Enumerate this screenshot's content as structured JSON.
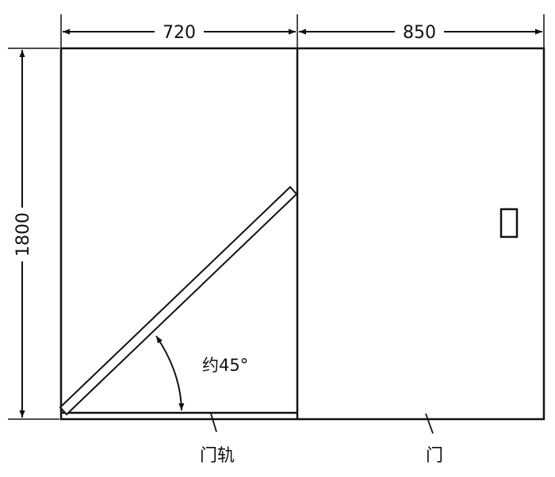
{
  "dimensions": {
    "left_width": "720",
    "right_width": "850",
    "height": "1800"
  },
  "angle_label": "约45°",
  "callouts": {
    "door_rail": "门轨",
    "door": "门"
  }
}
